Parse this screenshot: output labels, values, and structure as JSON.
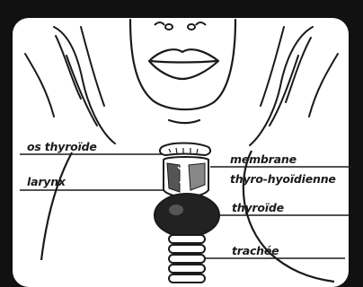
{
  "labels": {
    "os_thyroide": "os thyroïde",
    "larynx": "larynx",
    "membrane_line1": "membrane",
    "membrane_line2": "thyro-hyoïdienne",
    "thyroide": "thyroïde",
    "trachee": "trachée"
  },
  "colors": {
    "frame": "#111111",
    "ink": "#1a1a1a",
    "thyroid_fill": "#222222",
    "background": "#ffffff"
  }
}
